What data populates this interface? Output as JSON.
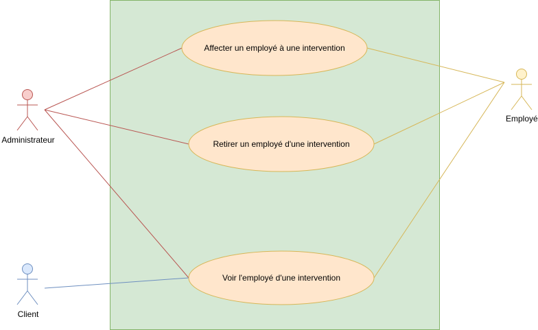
{
  "diagram": {
    "colors": {
      "system_fill": "#d5e8d4",
      "system_stroke": "#82b366",
      "usecase_fill": "#ffe6cc",
      "usecase_stroke": "#d6b656",
      "admin_fill": "#f8cecc",
      "admin_stroke": "#b85450",
      "client_fill": "#dae8fc",
      "client_stroke": "#6c8ebf",
      "employe_fill": "#fff2cc",
      "employe_stroke": "#d6b656"
    },
    "actors": {
      "administrateur": {
        "label": "Administrateur"
      },
      "client": {
        "label": "Client"
      },
      "employe": {
        "label": "Employé"
      }
    },
    "usecases": {
      "affecter": {
        "label": "Affecter un employé à une intervention"
      },
      "retirer": {
        "label": "Retirer un employé d'une intervention"
      },
      "voir": {
        "label": "Voir l'employé d'une intervention"
      }
    },
    "associations": [
      {
        "from": "administrateur",
        "to": "affecter"
      },
      {
        "from": "administrateur",
        "to": "retirer"
      },
      {
        "from": "administrateur",
        "to": "voir"
      },
      {
        "from": "client",
        "to": "voir"
      },
      {
        "from": "employe",
        "to": "affecter"
      },
      {
        "from": "employe",
        "to": "retirer"
      },
      {
        "from": "employe",
        "to": "voir"
      }
    ]
  }
}
